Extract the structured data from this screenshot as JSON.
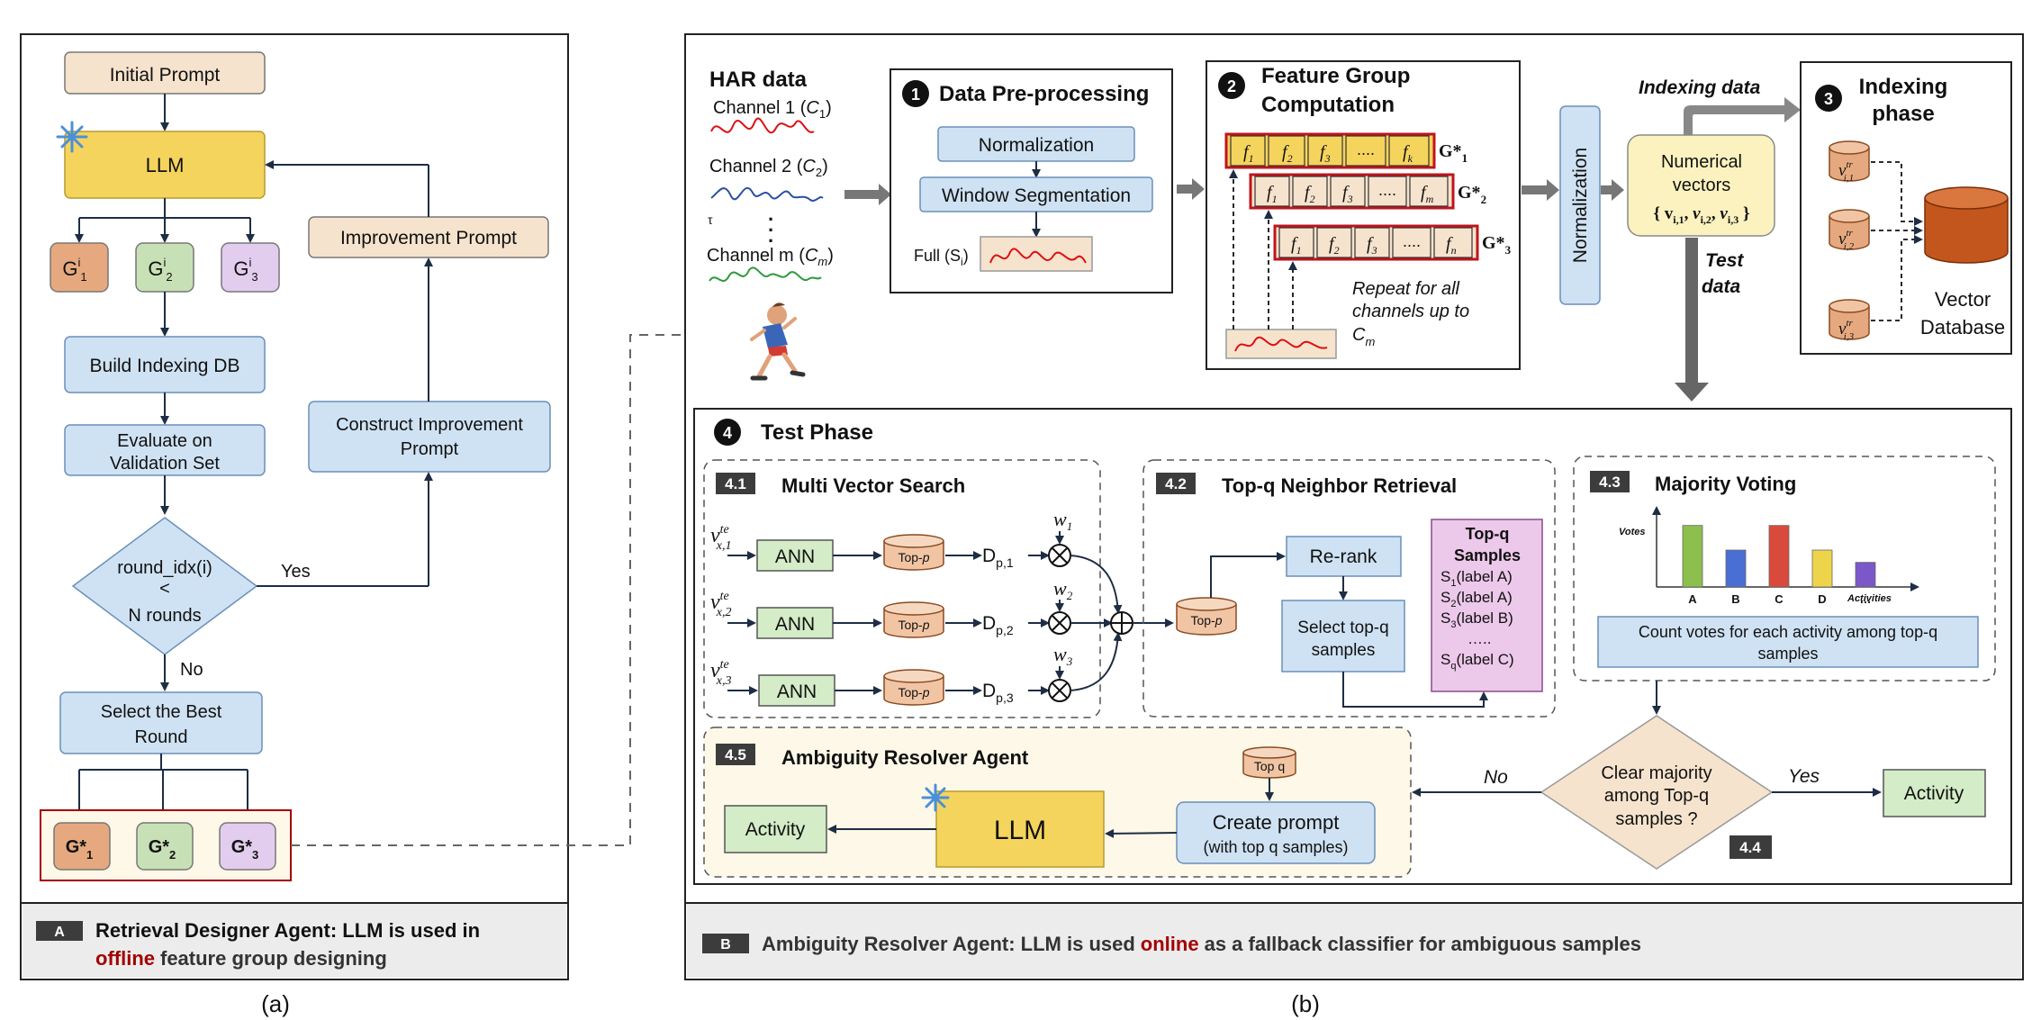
{
  "panel_a": {
    "initial_prompt": "Initial Prompt",
    "llm": "LLM",
    "g1": "G",
    "g2": "G",
    "g3": "G",
    "g_sup": "i",
    "sub1": "1",
    "sub2": "2",
    "sub3": "3",
    "improvement_prompt": "Improvement Prompt",
    "build_db": "Build Indexing DB",
    "evaluate_l1": "Evaluate on",
    "evaluate_l2": "Validation Set",
    "construct_l1": "Construct Improvement",
    "construct_l2": "Prompt",
    "decision_l1": "round_idx(i)",
    "decision_l2": "<",
    "decision_l3": "N rounds",
    "yes": "Yes",
    "no": "No",
    "select_l1": "Select the Best",
    "select_l2": "Round",
    "gstar": "G*",
    "caption_badge": "A",
    "caption_l1": "Retrieval Designer Agent: LLM is used in",
    "caption_hl": "offline",
    "caption_l2": "feature group designing",
    "label": "(a)"
  },
  "panel_b": {
    "har_title": "HAR data",
    "ch1": "Channel 1 (",
    "ch2": "Channel 2 (",
    "chm": "Channel m (",
    "c": "C",
    "close": ")",
    "sub_1": "1",
    "sub_2": "2",
    "sub_m": "m",
    "dots": ".",
    "tau": "τ",
    "step1_num": "1",
    "step1_title": "Data Pre-processing",
    "normalization": "Normalization",
    "window_seg": "Window Segmentation",
    "full": "Full (S",
    "full_sub": "i",
    "step2_num": "2",
    "step2_title_l1": "Feature Group",
    "step2_title_l2": "Computation",
    "f": "f",
    "ell": "....",
    "f_k": "k",
    "f_m": "m",
    "f_n": "n",
    "gs1": "G*",
    "repeat_l1": "Repeat for all",
    "repeat_l2": "channels up to",
    "repeat_l3": "C",
    "normalization_vert": "Normalization",
    "indexing_data": "Indexing data",
    "numvec_l1": "Numerical",
    "numvec_l2": "vectors",
    "numvec_l3": "{ v",
    "test_data_l1": "Test",
    "test_data_l2": "data",
    "step3_num": "3",
    "step3_l1": "Indexing",
    "step3_l2": "phase",
    "v": "v",
    "tr": "tr",
    "vdb_l1": "Vector",
    "vdb_l2": "Database",
    "step4_num": "4",
    "step4_title": "Test Phase",
    "s41_badge": "4.1",
    "s41_title": "Multi Vector Search",
    "te": "te",
    "x1": "x,1",
    "x2": "x,2",
    "x3": "x,3",
    "ann": "ANN",
    "topp_a": "Top-",
    "topp_b": "p",
    "d": "D",
    "dp1": "p,1",
    "dp2": "p,2",
    "dp3": "p,3",
    "w": "w",
    "s42_badge": "4.2",
    "s42_title": "Top-q Neighbor Retrieval",
    "rerank": "Re-rank",
    "select_top_l1": "Select top-q",
    "select_top_l2": "samples",
    "topq_title_l1": "Top-q",
    "topq_title_l2": "Samples",
    "samples": [
      {
        "s": "S",
        "sub": "1",
        "label": "(label A)"
      },
      {
        "s": "S",
        "sub": "2",
        "label": "(label A)"
      },
      {
        "s": "S",
        "sub": "3",
        "label": "(label B)"
      },
      {
        "s": "",
        "sub": "",
        "label": "….."
      },
      {
        "s": "S",
        "sub": "q",
        "label": "(label C)"
      }
    ],
    "s43_badge": "4.3",
    "s43_title": "Majority Voting",
    "count_votes_l1": "Count votes for each activity among top-q",
    "count_votes_l2": "samples",
    "s44_badge": "4.4",
    "clear_l1": "Clear majority",
    "clear_l2": "among Top-q",
    "clear_l3": "samples ?",
    "yes": "Yes",
    "no": "No",
    "activity": "Activity",
    "s45_badge": "4.5",
    "s45_title": "Ambiguity Resolver Agent",
    "topq_cyl": "Top q",
    "create_prompt_l1": "Create prompt",
    "create_prompt_l2": "(with top q samples)",
    "llm": "LLM",
    "caption_badge": "B",
    "caption_a": "Ambiguity Resolver Agent: LLM is used",
    "caption_hl": "online",
    "caption_b": "as a fallback classifier for ambiguous samples",
    "label": "(b)"
  },
  "chart_data": {
    "type": "bar",
    "ylabel": "Votes",
    "xlabel": "Activities",
    "categories": [
      "A",
      "B",
      "C",
      "D",
      "…"
    ],
    "values": [
      5,
      3,
      5,
      3,
      2
    ],
    "ylim": [
      0,
      6
    ],
    "colors": [
      "#8cbf4e",
      "#4a6fd4",
      "#d94a3d",
      "#eed44a",
      "#7b57c9"
    ]
  },
  "colors": {
    "blue_fill": "#cfe2f3",
    "blue_stroke": "#6a8fba",
    "peach_fill": "#f6e3cd",
    "llm_yellow": "#f5d45e",
    "green_fill": "#d4ecc7",
    "pink_fill": "#ecc8ea",
    "red": "#c0141c",
    "dark_red": "#a30000"
  }
}
